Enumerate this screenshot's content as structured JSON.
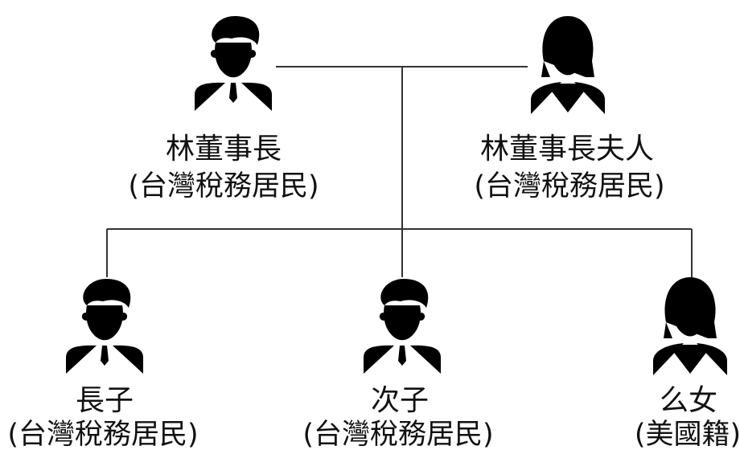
{
  "members": [
    {
      "id": "chairman",
      "name": "林董事長",
      "status": "(台灣稅務居民)",
      "gender": "male",
      "icon": "man-icon"
    },
    {
      "id": "chairman-wife",
      "name": "林董事長夫人",
      "status": "(台灣稅務居民)",
      "gender": "female",
      "icon": "woman-icon"
    },
    {
      "id": "eldest-son",
      "name": "長子",
      "status": "(台灣稅務居民)",
      "gender": "male",
      "icon": "man-icon"
    },
    {
      "id": "second-son",
      "name": "次子",
      "status": "(台灣稅務居民)",
      "gender": "male",
      "icon": "man-icon"
    },
    {
      "id": "youngest-daughter",
      "name": "么女",
      "status": "(美國籍)",
      "gender": "female",
      "icon": "woman-icon"
    }
  ],
  "colors": {
    "line": "#333333",
    "icon": "#2b2b2b",
    "text": "#111111"
  }
}
